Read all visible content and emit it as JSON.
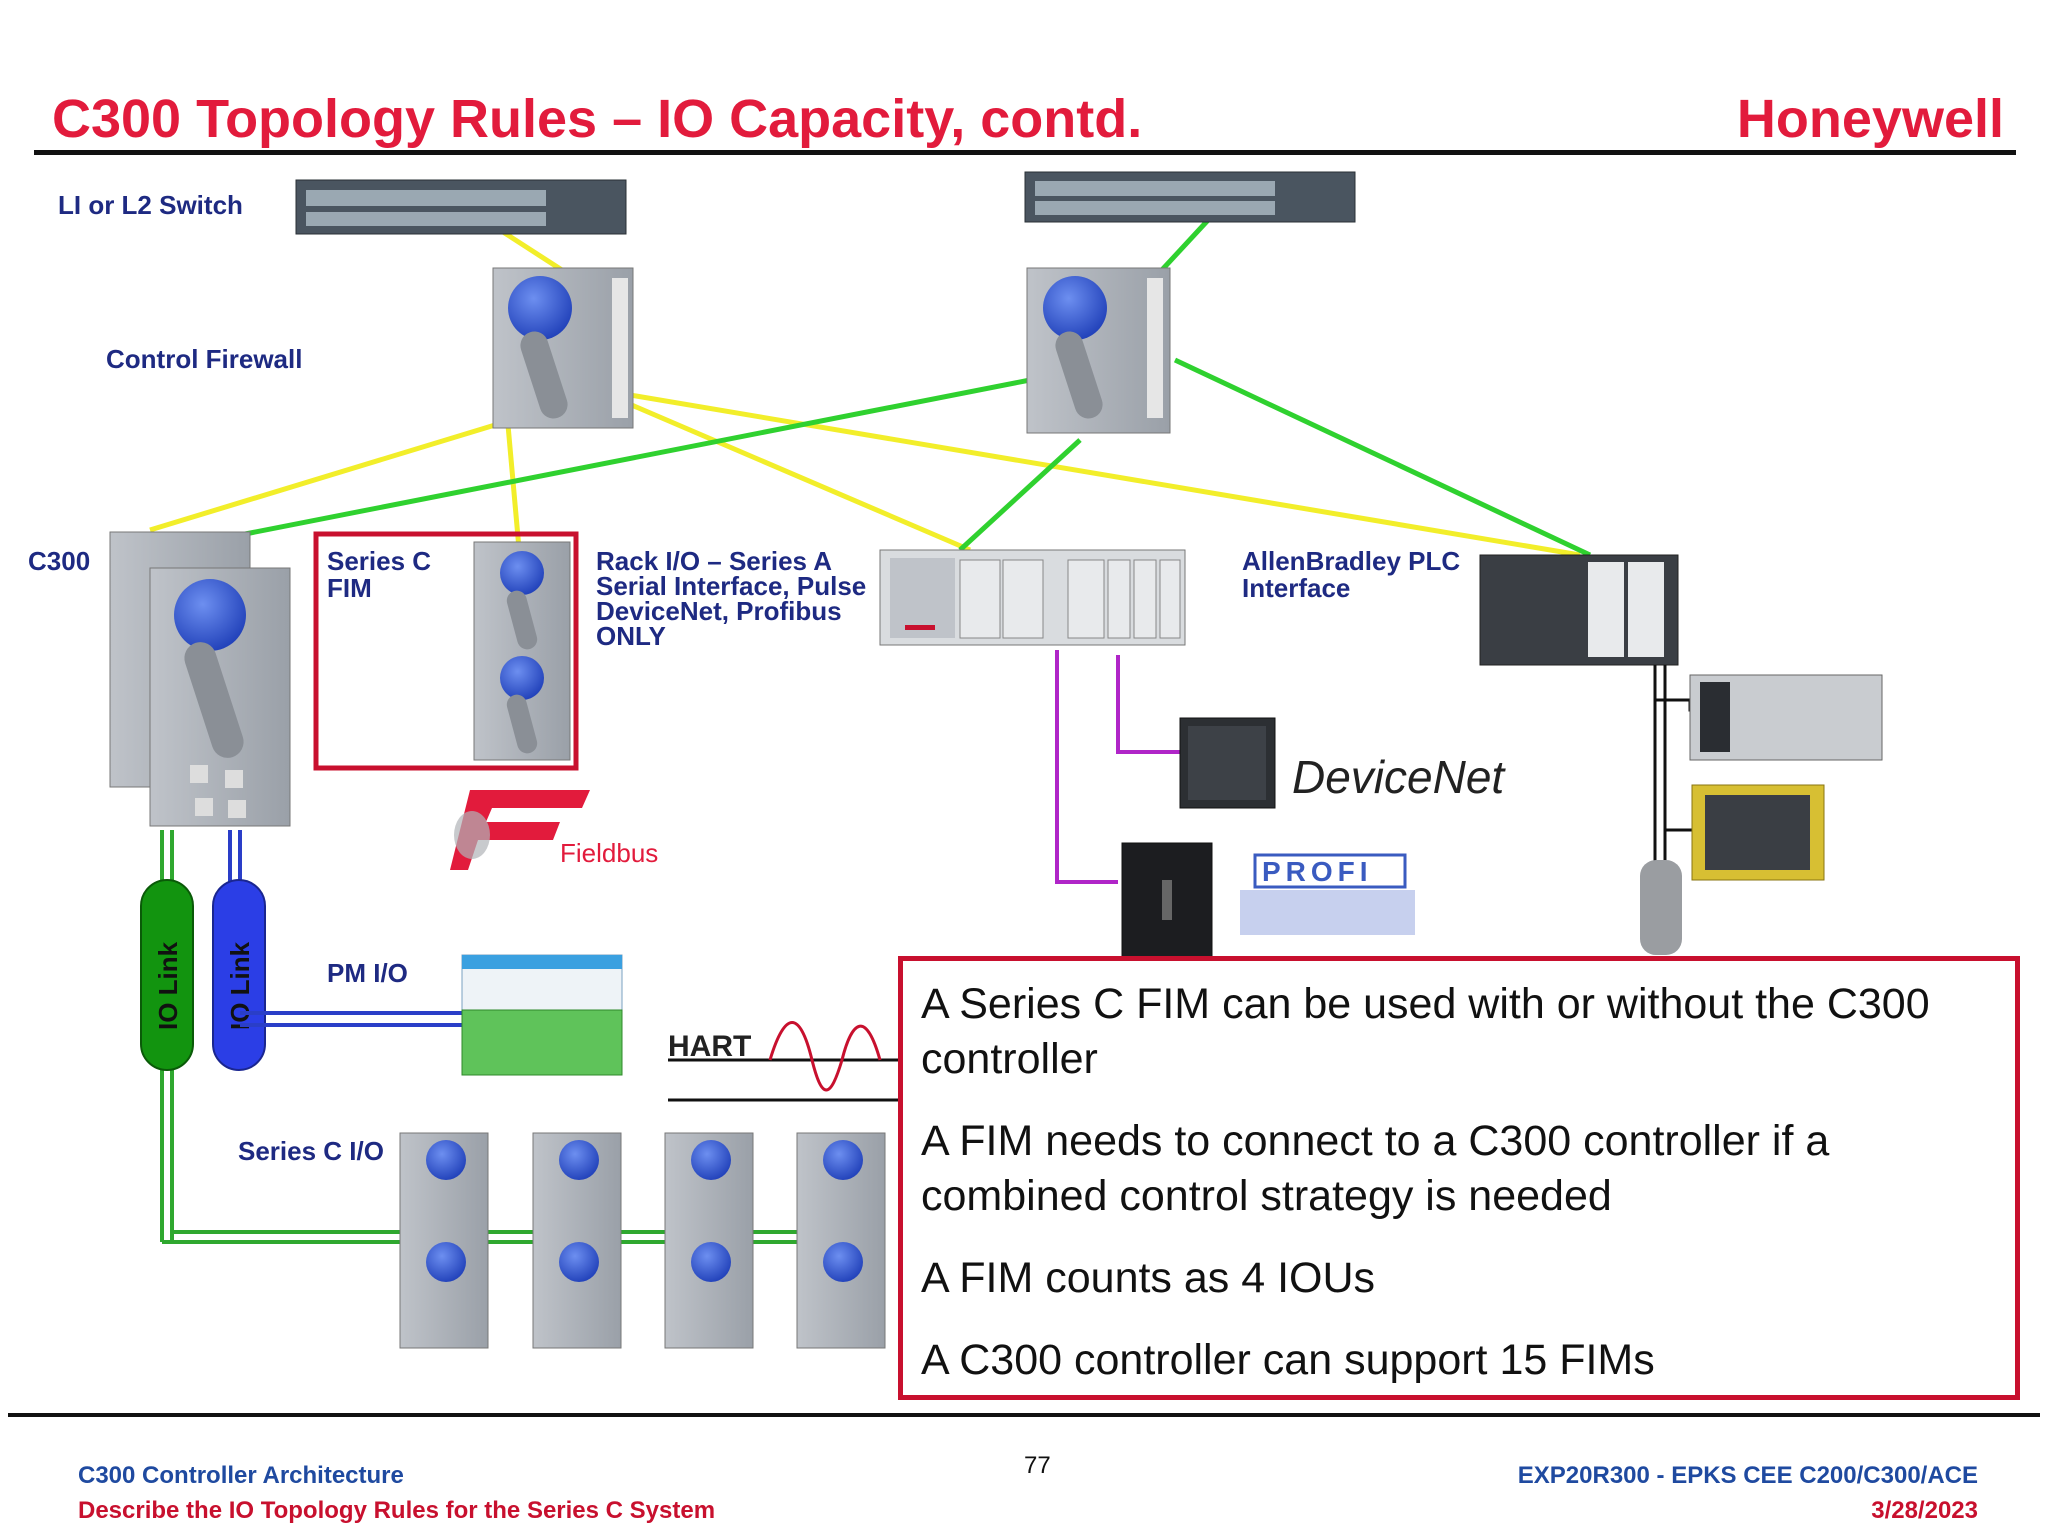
{
  "slide": {
    "title": "C300 Topology Rules – IO Capacity, contd.",
    "brand": "Honeywell",
    "page_number": "77"
  },
  "diagram": {
    "labels": {
      "switch": "LI or L2 Switch",
      "firewall": "Control Firewall",
      "c300": "C300",
      "fim_line1": "Series C",
      "fim_line2": "FIM",
      "rack_line1": "Rack I/O – Series A",
      "rack_line2": "Serial Interface, Pulse",
      "rack_line3": "DeviceNet, Profibus",
      "rack_line4": "ONLY",
      "ab_line1": "AllenBradley PLC",
      "ab_line2": "Interface",
      "devicenet": "DeviceNet",
      "profibus": "PROFI",
      "fieldbus": "Fieldbus",
      "io_link_1": "IO Link",
      "io_link_2": "IO Link",
      "pm_io": "PM I/O",
      "hart": "HART",
      "series_c_io": "Series C I/O"
    },
    "colors": {
      "yellow_link": "#f2ee2a",
      "green_link": "#2fd12f",
      "highlight_box": "#c8102e",
      "label_text": "#1e2a82"
    }
  },
  "callout": {
    "bullets": [
      "A Series C FIM can be used with or without the C300 controller",
      "A FIM needs to connect to a C300 controller if a combined control strategy is needed",
      "A FIM counts as 4 IOUs",
      "A C300 controller can support 15 FIMs"
    ]
  },
  "footer": {
    "left_line1": "C300 Controller Architecture",
    "left_line2": "Describe the IO Topology Rules for the Series C System",
    "right_line1": "EXP20R300 - EPKS CEE C200/C300/ACE",
    "right_line2": "3/28/2023"
  }
}
